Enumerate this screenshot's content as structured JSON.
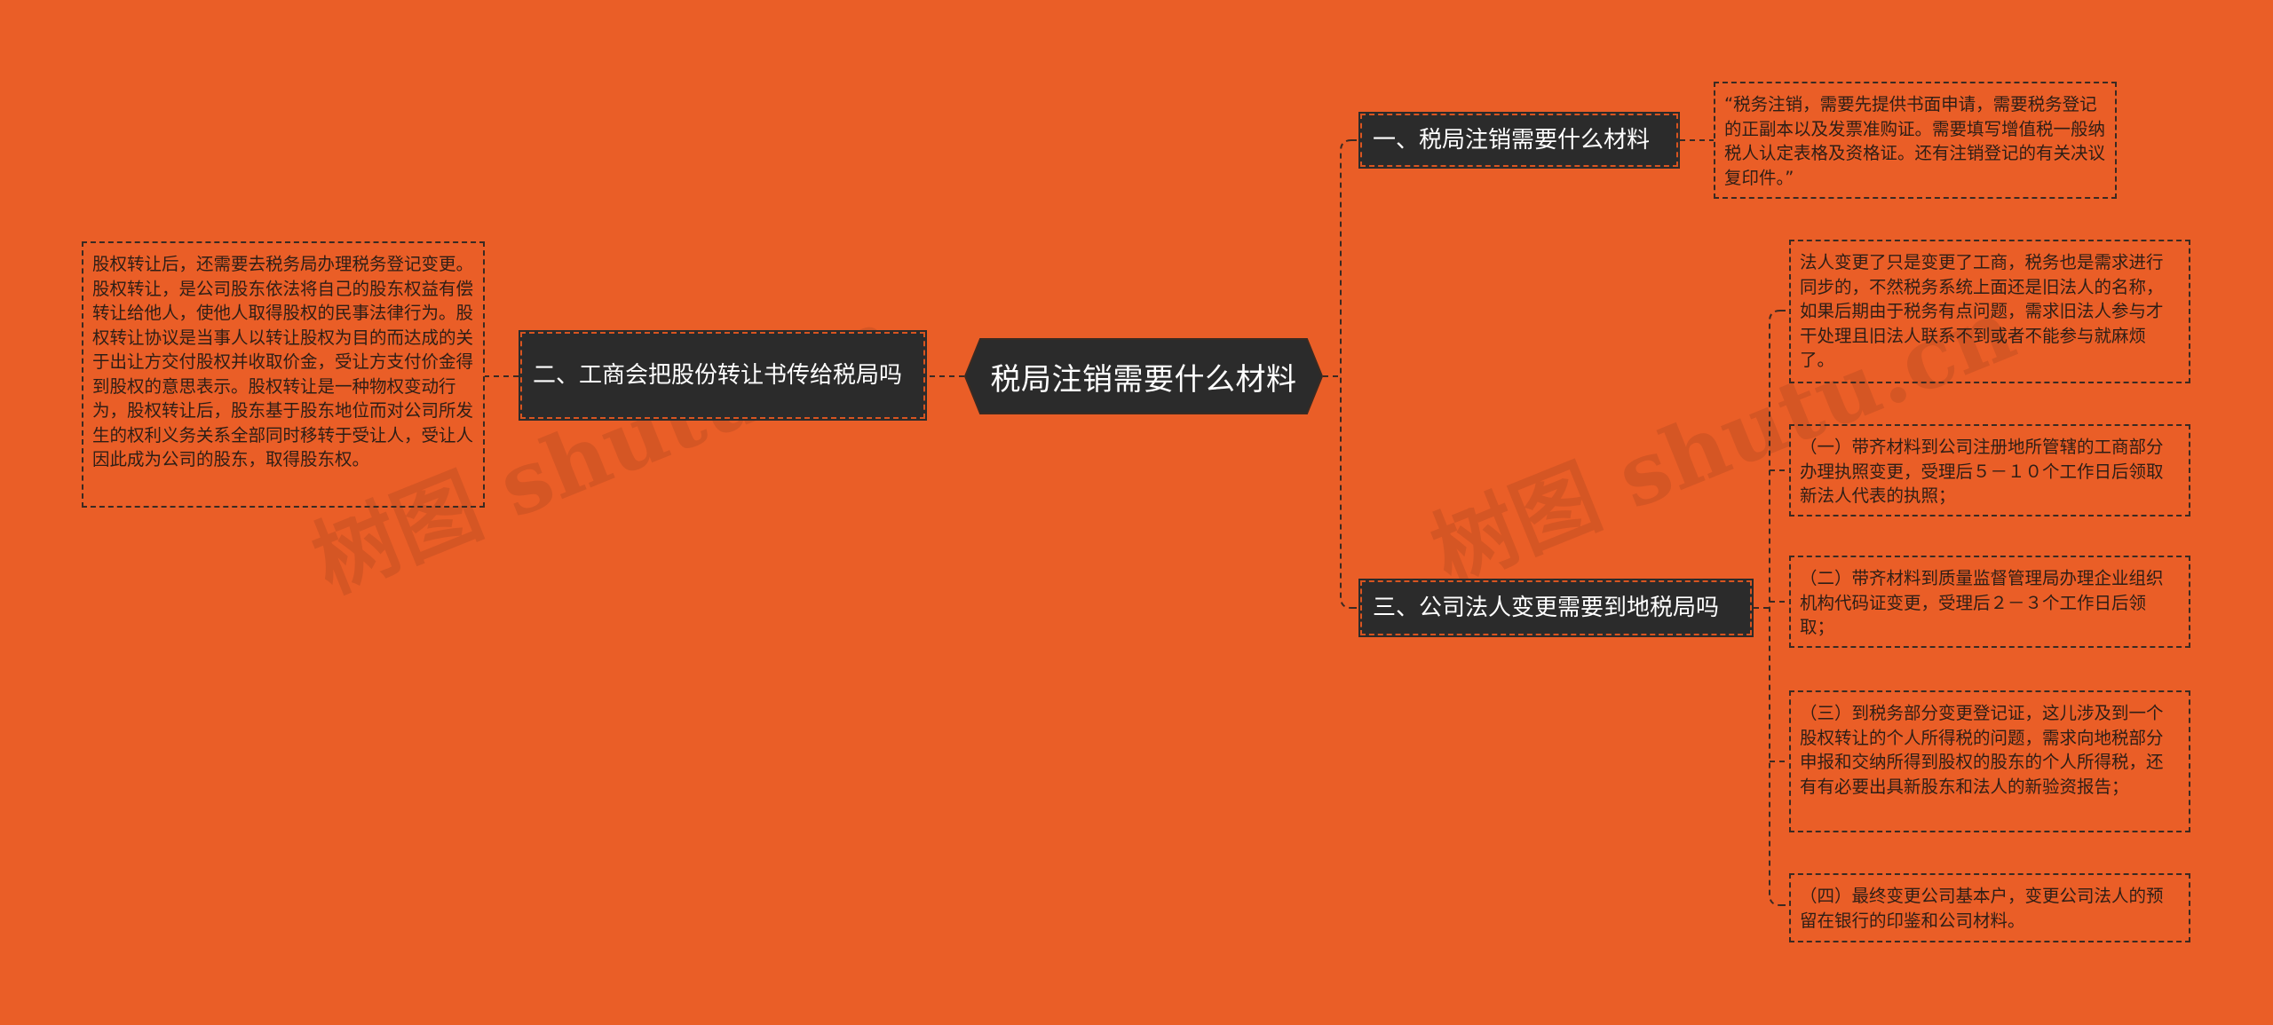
{
  "watermark": "树图 shutu.cn",
  "colors": {
    "background": "#EA5E27",
    "node_fill": "#2b2b2b",
    "node_text": "#ffffff",
    "note_text": "#2e1e16",
    "connector": "#3a2a22"
  },
  "root": {
    "label": "税局注销需要什么材料"
  },
  "branches": {
    "b1": {
      "label": "一、税局注销需要什么材料",
      "notes": [
        "“税务注销，需要先提供书面申请，需要税务登记的正副本以及发票准购证。需要填写增值税一般纳税人认定表格及资格证。还有注销登记的有关决议复印件。”"
      ]
    },
    "b2": {
      "label": "二、工商会把股份转让书传给税局吗",
      "notes": [
        "股权转让后，还需要去税务局办理税务登记变更。股权转让，是公司股东依法将自己的股东权益有偿转让给他人，使他人取得股权的民事法律行为。股权转让协议是当事人以转让股权为目的而达成的关于出让方交付股权并收取价金，受让方支付价金得到股权的意思表示。股权转让是一种物权变动行为，股权转让后，股东基于股东地位而对公司所发生的权利义务关系全部同时移转于受让人，受让人因此成为公司的股东，取得股东权。"
      ]
    },
    "b3": {
      "label": "三、公司法人变更需要到地税局吗",
      "notes": [
        "法人变更了只是变更了工商，税务也是需求进行同步的，不然税务系统上面还是旧法人的名称，如果后期由于税务有点问题，需求旧法人参与才干处理且旧法人联系不到或者不能参与就麻烦了。",
        "（一）带齐材料到公司注册地所管辖的工商部分办理执照变更，受理后５－１０个工作日后领取新法人代表的执照；",
        "（二）带齐材料到质量监督管理局办理企业组织机构代码证变更，受理后２－３个工作日后领取；",
        "（三）到税务部分变更登记证，这儿涉及到一个股权转让的个人所得税的问题，需求向地税部分申报和交纳所得到股权的股东的个人所得税，还有有必要出具新股东和法人的新验资报告；",
        "（四）最终变更公司基本户，变更公司法人的预留在银行的印鉴和公司材料。"
      ]
    }
  }
}
